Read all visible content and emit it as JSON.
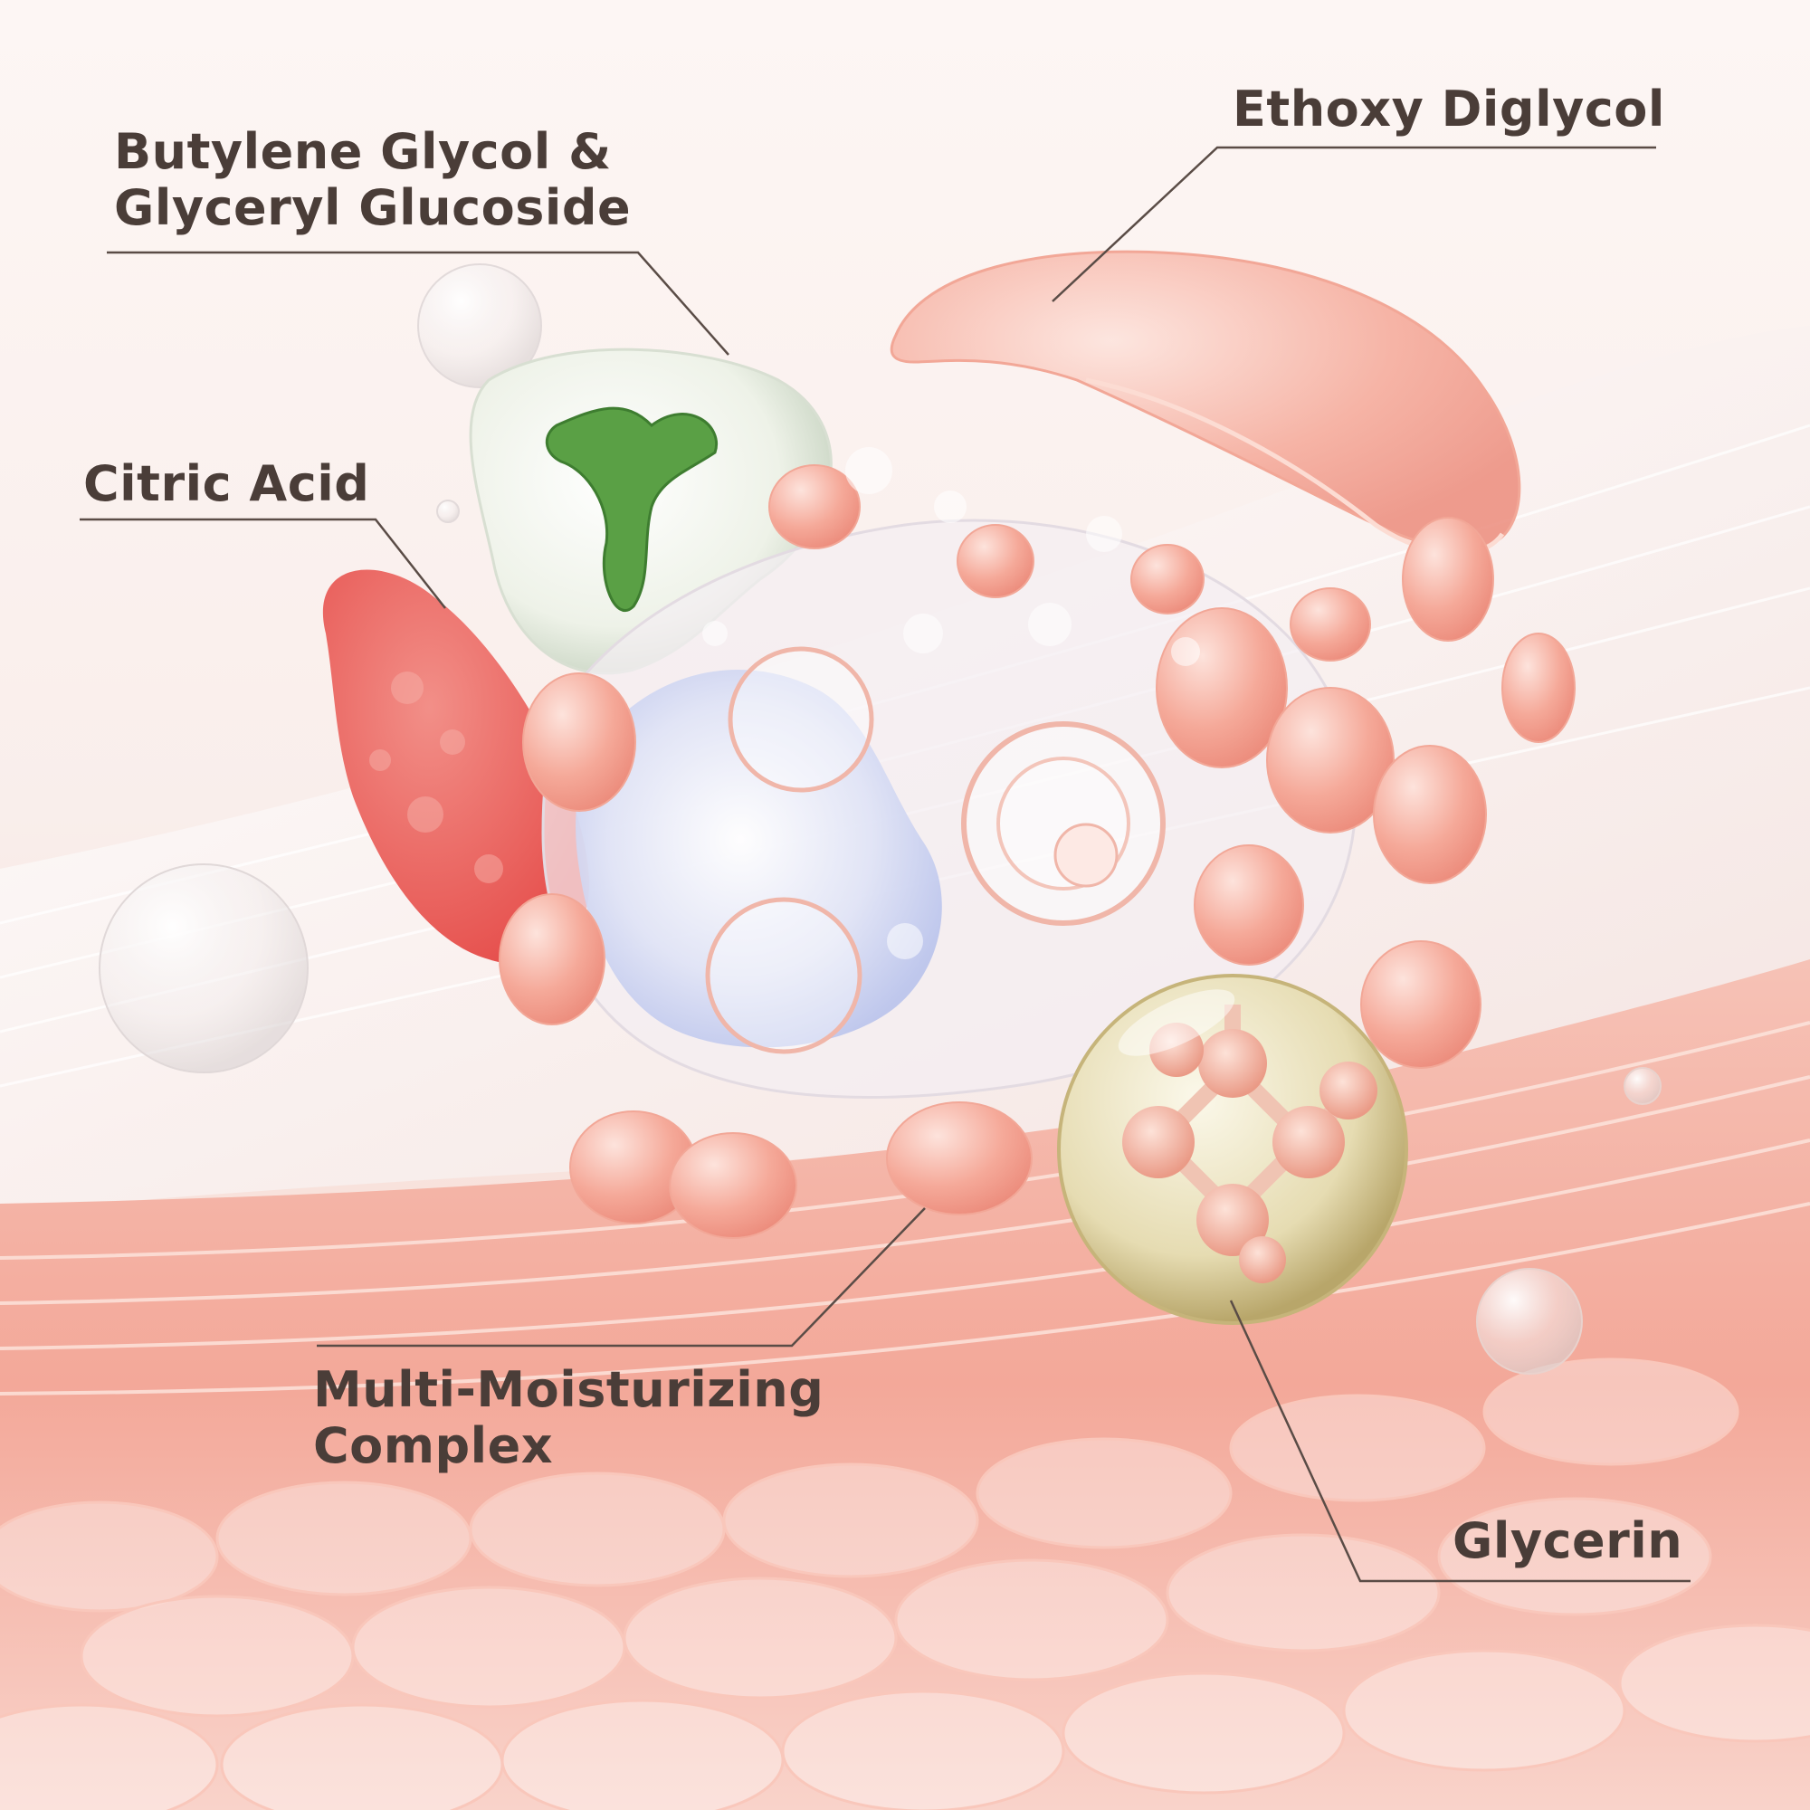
{
  "labels": {
    "ethoxy_diglycol": "Ethoxy Diglycol",
    "butylene_line1": "Butylene Glycol &",
    "butylene_line2": "Glyceryl Glucoside",
    "citric_acid": "Citric Acid",
    "multi_line1": "Multi-Moisturizing",
    "multi_line2": "Complex",
    "glycerin": "Glycerin"
  },
  "colors": {
    "text": "#4a3d38",
    "leader_line": "#5a4c46",
    "peach": "#f3a899",
    "coral": "#ec6b62",
    "blue_gel": "#c9d2f0",
    "green_leaf": "#5aa045",
    "gold_sphere": "#d8cfa0",
    "background": "#fbf1ee"
  }
}
